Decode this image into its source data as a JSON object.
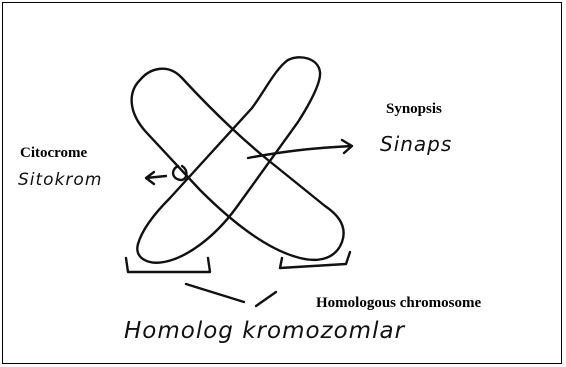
{
  "labels": {
    "citocrome_en": "Citocrome",
    "citocrome_tr": "Sitokrom",
    "synopsis_en": "Synopsis",
    "synopsis_tr": "Sinaps",
    "homologous_en": "Homologous chromosome",
    "homologous_tr": "Homolog kromozomlar"
  },
  "colors": {
    "ink": "#111111",
    "background": "#ffffff",
    "frame": "#000000"
  }
}
